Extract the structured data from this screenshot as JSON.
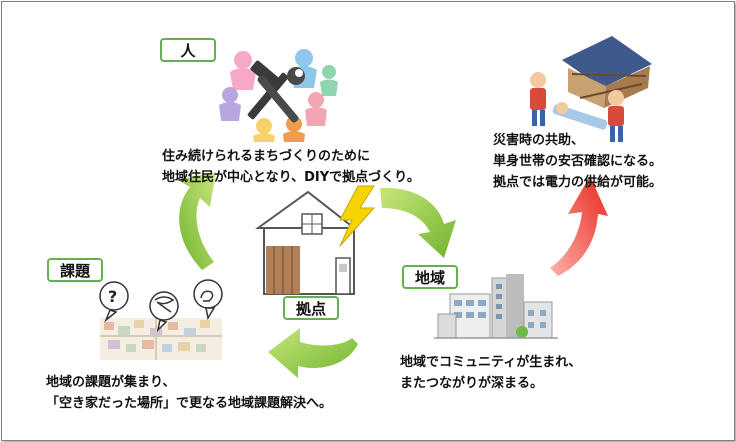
{
  "labels": {
    "people": "人",
    "issues": "課題",
    "base": "拠点",
    "region": "地域"
  },
  "texts": {
    "people_line1": "住み続けられるまちづくりのために",
    "people_line2": "地域住民が中心となり、DIYで拠点づくり。",
    "disaster_line1": "災害時の共助、",
    "disaster_line2": "単身世帯の安否確認になる。",
    "disaster_line3": "拠点では電力の供給が可能。",
    "region_line1": "地域でコミュニティが生まれ、",
    "region_line2": "またつながりが深まる。",
    "issues_line1": "地域の課題が集まり、",
    "issues_line2": "「空き家だった場所」で更なる地域課題解決へ。"
  },
  "icons": {
    "people": "people-circle-tools-icon",
    "house": "house-lightning-icon",
    "city": "city-buildings-icon",
    "disaster": "collapsed-house-rescue-icon",
    "issues": "town-question-bubbles-icon"
  },
  "colors": {
    "label_border": "#62b14e",
    "green_arrow": "#8cc63f",
    "red_arrow": "#e8281e",
    "house_yellow": "#f5d400"
  }
}
